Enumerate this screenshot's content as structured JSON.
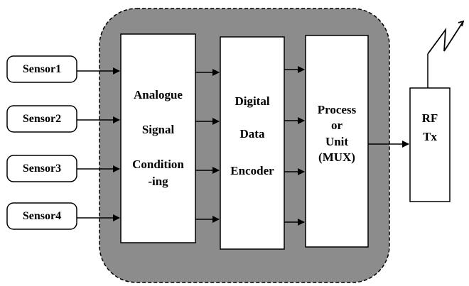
{
  "sensors": [
    "Sensor1",
    "Sensor2",
    "Sensor3",
    "Sensor4"
  ],
  "blocks": {
    "conditioning": [
      "Analogue",
      "Signal",
      "Condition",
      "-ing"
    ],
    "encoder": [
      "Digital",
      "Data",
      "Encoder"
    ],
    "processor": [
      "Process",
      "or",
      "Unit",
      "(MUX)"
    ],
    "rf": [
      "RF",
      "Tx"
    ]
  },
  "colors": {
    "enclosure_fill": "#8c8c8c",
    "block_fill": "#ffffff",
    "stroke": "#000000"
  },
  "icons": [
    "antenna-icon"
  ]
}
